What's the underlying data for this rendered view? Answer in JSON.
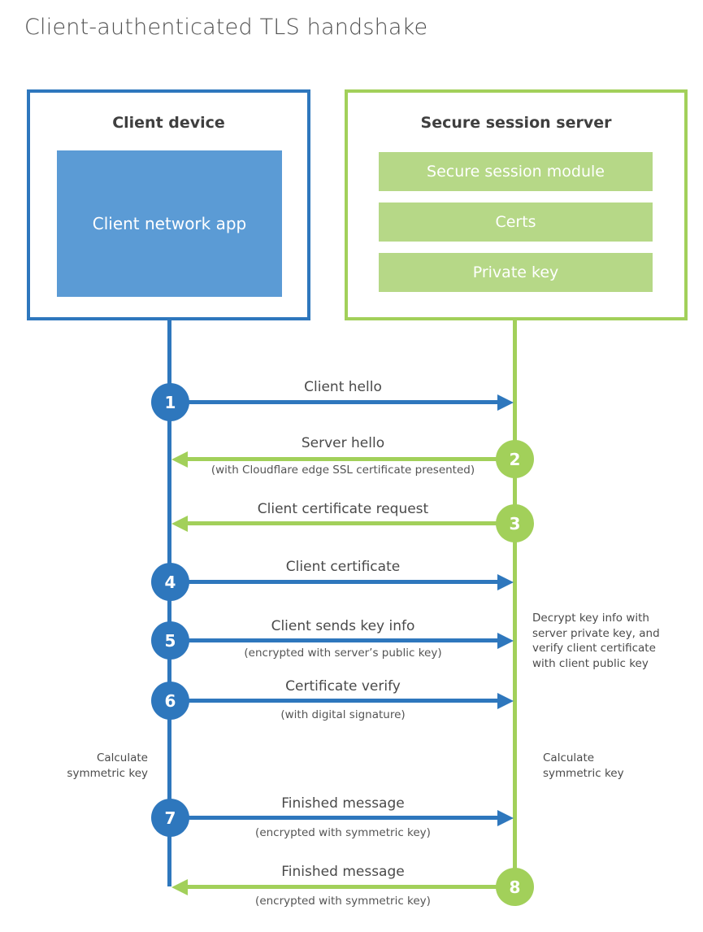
{
  "title": "Client-authenticated TLS handshake",
  "colors": {
    "blue": "#2e77bd",
    "blue_light": "#5b9bd5",
    "green": "#a2d05a",
    "green_light": "#b6d887",
    "text": "#4a4a4a"
  },
  "client": {
    "title": "Client device",
    "app_label": "Client network app"
  },
  "server": {
    "title": "Secure session server",
    "modules": [
      "Secure session module",
      "Certs",
      "Private key"
    ]
  },
  "steps": [
    {
      "num": "1",
      "actor": "client",
      "direction": "right",
      "label": "Client hello",
      "sub": ""
    },
    {
      "num": "2",
      "actor": "server",
      "direction": "left",
      "label": "Server hello",
      "sub": "(with Cloudflare edge SSL certificate presented)"
    },
    {
      "num": "3",
      "actor": "server",
      "direction": "left",
      "label": "Client certificate request",
      "sub": ""
    },
    {
      "num": "4",
      "actor": "client",
      "direction": "right",
      "label": "Client certificate",
      "sub": ""
    },
    {
      "num": "5",
      "actor": "client",
      "direction": "right",
      "label": "Client sends key info",
      "sub": "(encrypted with server’s public key)"
    },
    {
      "num": "6",
      "actor": "client",
      "direction": "right",
      "label": "Certificate verify",
      "sub": "(with digital signature)"
    },
    {
      "num": "7",
      "actor": "client",
      "direction": "right",
      "label": "Finished message",
      "sub": "(encrypted with symmetric key)"
    },
    {
      "num": "8",
      "actor": "server",
      "direction": "left",
      "label": "Finished message",
      "sub": "(encrypted with symmetric key)"
    }
  ],
  "annotations": {
    "decrypt_note": "Decrypt key info with server private key, and verify client certificate with client public key",
    "calculate_left": "Calculate symmetric key",
    "calculate_right": "Calculate symmetric key"
  }
}
